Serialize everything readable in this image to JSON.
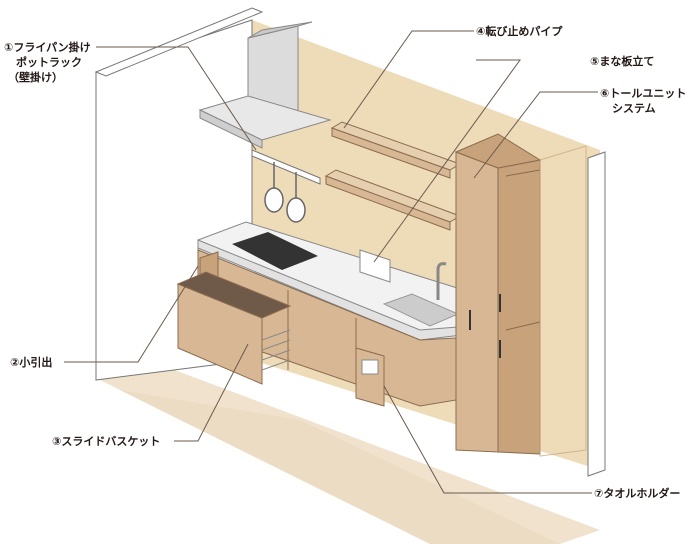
{
  "labels": {
    "l1": [
      "①フライパン掛け",
      "ポットラック",
      "（壁掛け）"
    ],
    "l2": [
      "②小引出"
    ],
    "l3": [
      "③スライドバスケット"
    ],
    "l4": [
      "④転び止めパイプ"
    ],
    "l5": [
      "⑤まな板立て"
    ],
    "l6": [
      "⑥トールユニット",
      "システム"
    ],
    "l7": [
      "⑦タオルホルダー"
    ]
  },
  "colors": {
    "wall": "#eedcb9",
    "wood": "#d8b894",
    "wood_dark": "#c7a27a",
    "floor": "#f0e2cc",
    "counter": "#f2f2f2",
    "leader": "#6b5a4e"
  }
}
